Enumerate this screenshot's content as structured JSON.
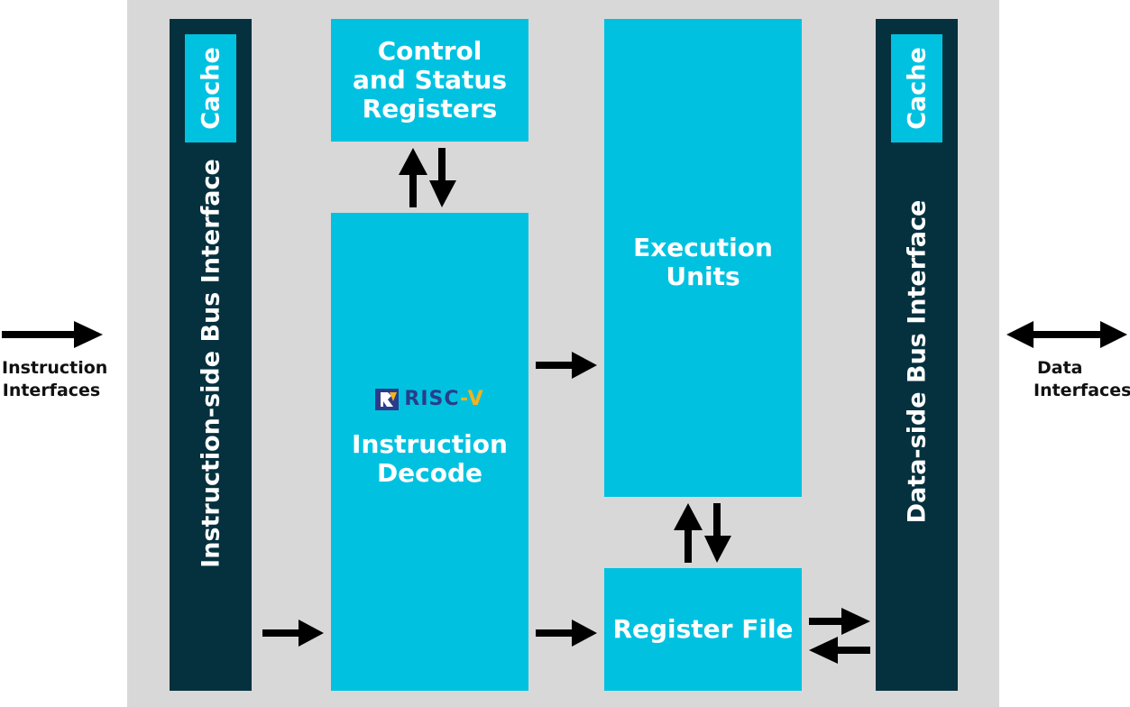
{
  "left_io": {
    "label_line1": "Instruction",
    "label_line2": "Interfaces"
  },
  "right_io": {
    "label_line1": "Data",
    "label_line2": "Interfaces"
  },
  "instr_bus": {
    "label": "Instruction-side Bus Interface",
    "cache": "Cache"
  },
  "data_bus": {
    "label": "Data-side Bus Interface",
    "cache": "Cache"
  },
  "csr": {
    "line1": "Control",
    "line2": "and Status",
    "line3": "Registers"
  },
  "decode": {
    "logo_main": "RISC",
    "logo_suffix": "V",
    "line1": "Instruction",
    "line2": "Decode"
  },
  "exec": {
    "line1": "Execution",
    "line2": "Units"
  },
  "regfile": {
    "label": "Register File"
  },
  "colors": {
    "dark": "#05313f",
    "accent": "#00c2e0",
    "panel": "#d8d8d8"
  }
}
